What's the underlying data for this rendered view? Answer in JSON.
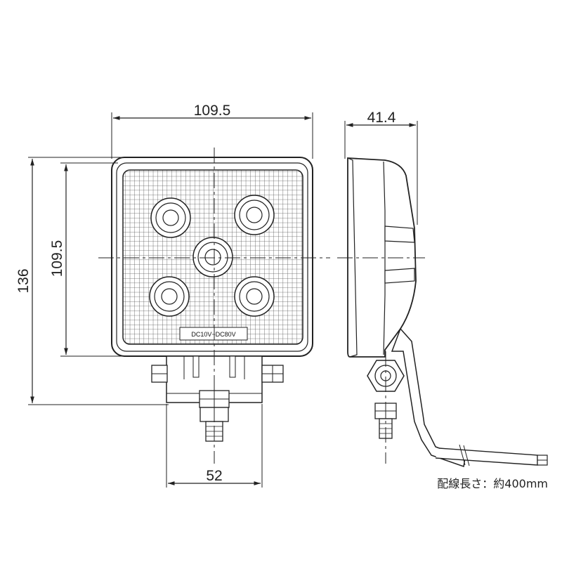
{
  "dimensions": {
    "front_width": "109.5",
    "front_height": "109.5",
    "overall_height": "136",
    "bracket_width": "52",
    "side_depth": "41.4"
  },
  "lens_label": "DC10V~DC80V",
  "cable_note": "配線長さ：約400mm"
}
